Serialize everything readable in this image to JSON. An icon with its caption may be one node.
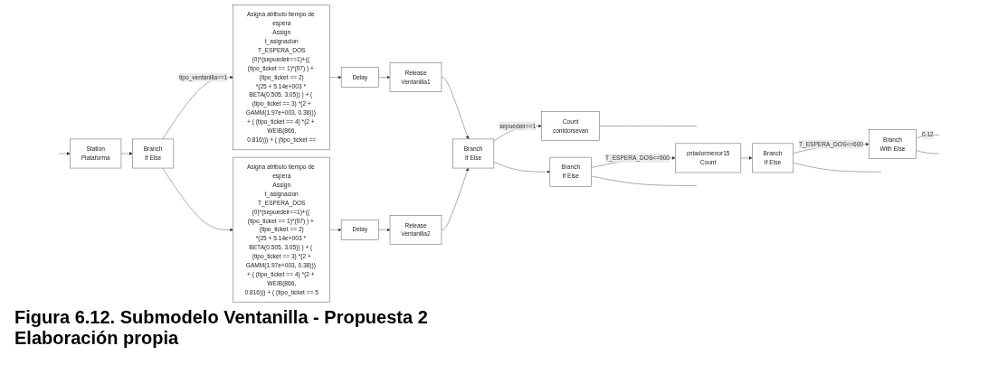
{
  "diagram": {
    "caption": "Figura 6.12. Submodelo Ventanilla - Propuesta 2",
    "nodes": [
      {
        "text": [
          "Station",
          "Plataforma"
        ]
      },
      {
        "text": [
          "Branch",
          "If Else"
        ]
      },
      {
        "text": [
          "Asigna atributo tiempo de espera",
          "Assign",
          "t_asignacion",
          "T_ESPERA_DOS",
          "(0)*(sepuedeir==1)+(( (tipo_ticket == 1)*(97) ) + (tipo_ticket == 2) *(25 + 5.14e+003 * BETA(0.505, 3.05)) ) + ( (tipo_ticket == 3) *(2 + GAMM(1.97e+003, 0.38))) + ( (tipo_ticket == 4) *(2 + WEIB(866, 0.816))) + ( (tipo_ticket =="
        ]
      },
      {
        "text": [
          "Delay"
        ]
      },
      {
        "text": [
          "Release",
          "Ventanilla1"
        ]
      },
      {
        "text": [
          "Asigna atributo tiempo de espera",
          "Assign",
          "t_asignacion",
          "T_ESPERA_DOS",
          "(0)*(sepuedeir==1)+(( (tipo_ticket == 1)*(97) ) + (tipo_ticket == 2) *(25 + 5.14e+003 * BETA(0.505, 3.05)) ) + ( (tipo_ticket == 3) *(2 + GAMM(1.97e+003, 0.38))) + ( (tipo_ticket == 4) *(2 + WEIB(866, 0.816))) + ( (tipo_ticket == 5"
        ]
      },
      {
        "text": [
          "Delay"
        ]
      },
      {
        "text": [
          "Release",
          "Ventanilla2"
        ]
      },
      {
        "text": [
          "Branch",
          "If Else"
        ]
      },
      {
        "text": [
          "Count",
          "contdorsevan"
        ]
      },
      {
        "text": [
          "Branch",
          "If Else"
        ]
      },
      {
        "text": [
          "cntadormenor15",
          "Count"
        ]
      },
      {
        "text": [
          "Branch",
          "If Else"
        ]
      },
      {
        "text": [
          "Branch",
          "With Else"
        ]
      }
    ],
    "edges": [
      {
        "from": null,
        "to": 0,
        "arrow": "to"
      },
      {
        "from": 0,
        "to": 1,
        "arrow": "to"
      },
      {
        "from": 1,
        "to": 2,
        "arrow": "to",
        "label": "tipo_ventanilla==1"
      },
      {
        "from": 1,
        "to": 5,
        "arrow": "to"
      },
      {
        "from": 2,
        "to": 3,
        "arrow": "to"
      },
      {
        "from": 3,
        "to": 4,
        "arrow": "to"
      },
      {
        "from": 5,
        "to": 6,
        "arrow": "to"
      },
      {
        "from": 6,
        "to": 7,
        "arrow": "to"
      },
      {
        "from": 4,
        "to": 8,
        "arrow": "to"
      },
      {
        "from": 7,
        "to": 8,
        "arrow": "to"
      },
      {
        "from": 8,
        "to": 9,
        "arrow": "to",
        "label": "sepuedeir==1"
      },
      {
        "from": 8,
        "to": 10,
        "arrow": "to"
      },
      {
        "from": 9,
        "to": null,
        "arrow": "none"
      },
      {
        "from": 10,
        "to": 11,
        "arrow": "to",
        "label": "T_ESPERA_DOS<=900"
      },
      {
        "from": 10,
        "to": null,
        "arrow": "none"
      },
      {
        "from": 11,
        "to": 12,
        "arrow": "to"
      },
      {
        "from": 12,
        "to": 13,
        "arrow": "to",
        "label": "T_ESPERA_DOS<=600"
      },
      {
        "from": 12,
        "to": null,
        "arrow": "none"
      },
      {
        "from": 13,
        "to": null,
        "arrow": "none",
        "label": "0.12"
      },
      {
        "from": 13,
        "to": null,
        "arrow": "none"
      }
    ],
    "labels": [
      "Elaboración propia"
    ]
  }
}
